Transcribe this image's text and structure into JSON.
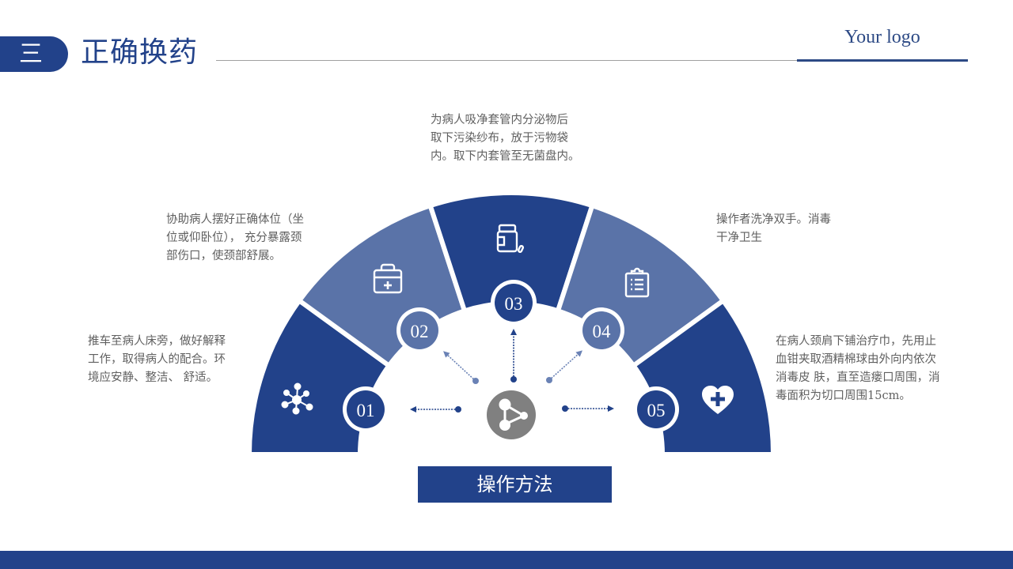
{
  "header": {
    "section_number": "三",
    "title": "正确换药",
    "logo": "Your logo"
  },
  "colors": {
    "primary": "#22428a",
    "secondary": "#5a73a8",
    "hub": "#808080",
    "text": "#606060"
  },
  "steps": [
    {
      "number": "01",
      "icon": "molecule-icon",
      "lines": [
        "推车至病人床旁，做好解释",
        "工作，取得病人的配合。环",
        "境应安静、整洁、 舒适。"
      ]
    },
    {
      "number": "02",
      "icon": "first-aid-kit-icon",
      "lines": [
        "协助病人摆好正确体位（坐",
        "位或仰卧位），  充分暴露颈",
        "部伤口，使颈部舒展。"
      ]
    },
    {
      "number": "03",
      "icon": "medicine-bottle-icon",
      "lines": [
        "为病人吸净套管内分泌物后",
        "取下污染纱布，放于污物袋",
        "内。取下内套管至无菌盘内。"
      ]
    },
    {
      "number": "04",
      "icon": "clipboard-list-icon",
      "lines": [
        "操作者洗净双手。消毒",
        "干净卫生"
      ]
    },
    {
      "number": "05",
      "icon": "heart-plus-icon",
      "lines": [
        "在病人颈肩下铺治疗巾，先用止",
        "血钳夹取酒精棉球由外向内依次",
        "消毒皮 肤，直至造瘘口周围，消",
        "毒面积为切口周围15cm。"
      ]
    }
  ],
  "hub": {
    "icon": "share-nodes-icon"
  },
  "method_label": "操作方法"
}
